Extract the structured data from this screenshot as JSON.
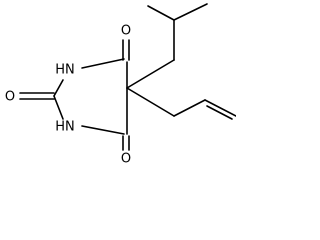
{
  "molecule": {
    "atoms": {
      "o_top": "O",
      "o_left": "O",
      "o_bottom": "O",
      "nh_top": "HN",
      "nh_bottom": "HN"
    }
  },
  "colors": {
    "bond": "#000000",
    "label": "#000000",
    "background": "#ffffff"
  }
}
